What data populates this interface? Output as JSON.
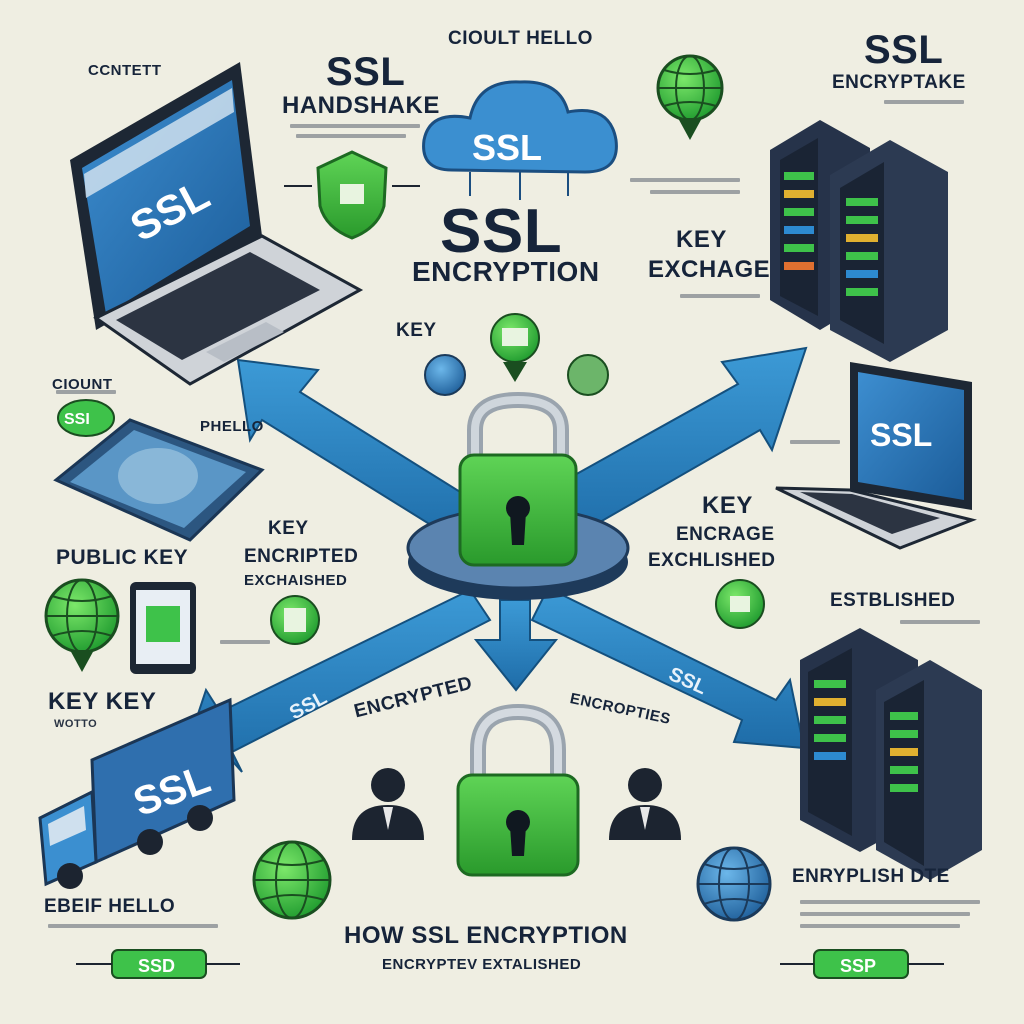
{
  "labels": {
    "ssl_top": "SSL",
    "handshake": "HANDSHAKE",
    "client_hello_top": "CIOULT HELLO",
    "cloud_ssl": "SSL",
    "ssl_center": "SSL",
    "encryption_center": "ENCRYPTION",
    "ssl_top_right": "SSL",
    "encryptake": "ENCRYPTAKE",
    "key_exchange_key": "KEY",
    "key_exchange": "EXCHAGE",
    "contett": "CCNTETT",
    "laptop_ssl": "SSL",
    "key_small": "KEY",
    "ciount": "CIOUNT",
    "badge_ssl_left": "SSI",
    "hello_small": "PHELLO",
    "key_mid": "KEY",
    "public_key": "PUBLIC KEY",
    "encrypted_mid": "ENCRIPTED",
    "exchaished": "EXCHAISHED",
    "key_right": "KEY",
    "encrage": "ENCRAGE",
    "exchlished": "EXCHLISHED",
    "laptop_right_ssl": "SSL",
    "estblished": "ESTBLISHED",
    "key_key": "KEY  KEY",
    "wotto": "WOTTO",
    "encrypted_lower": "ENCRYPTED",
    "encropties": "ENCROPTIES",
    "truck_ssl": "SSL",
    "arrow_ssl_left": "SSL",
    "arrow_ssl_right": "SSL",
    "encryplise_dte": "ENRYPLISH DTE",
    "ebeif_hello": "EBEIF HELLO",
    "how_ssl": "HOW SSL ENCRYPTION",
    "encryptev": "ENCRYPTEV EXTALISHED",
    "badge_bottom_left": "SSD",
    "badge_bottom_right": "SSP"
  },
  "colors": {
    "background": "#efeee2",
    "accent_blue": "#2f86c6",
    "dark_navy": "#16243a",
    "lock_green": "#3fb83a",
    "server_dark": "#1f2b3c"
  },
  "icons": [
    "laptop-icon",
    "cloud-icon",
    "lock-icon",
    "globe-icon",
    "server-icon",
    "shield-icon",
    "person-icon",
    "truck-icon",
    "tablet-icon",
    "card-icon"
  ]
}
